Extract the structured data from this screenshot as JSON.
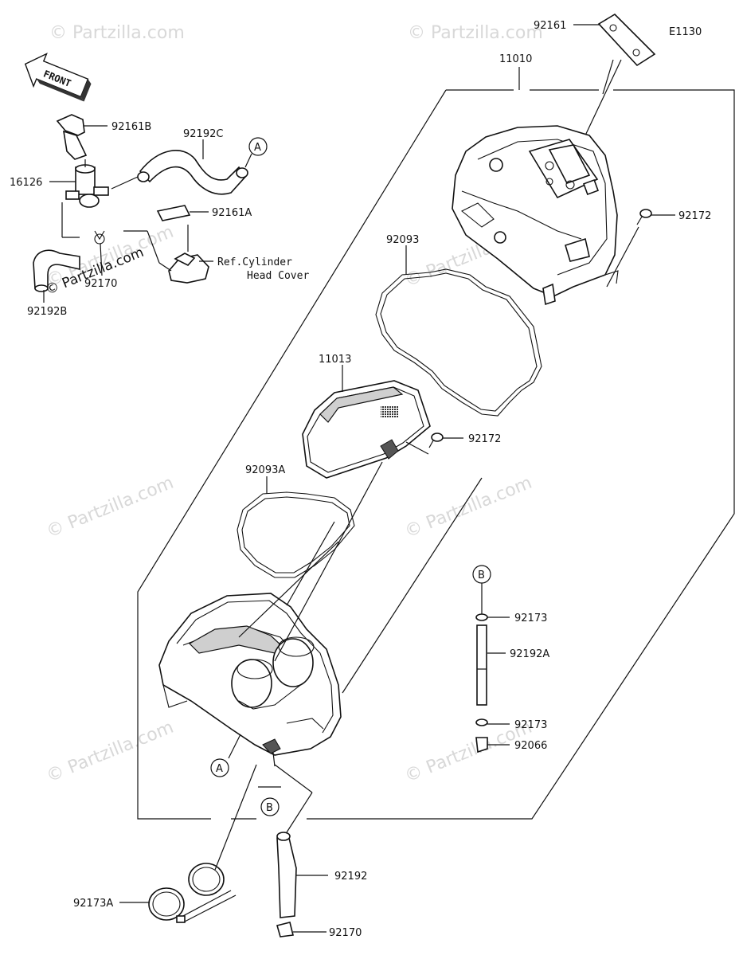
{
  "diagram": {
    "code": "E1130",
    "front_label": "FRONT",
    "watermark": "© Partzilla.com",
    "callouts": {
      "p92161": "92161",
      "p11010": "11010",
      "p92161B": "92161B",
      "p92192C": "92192C",
      "p16126": "16126",
      "p92161A": "92161A",
      "ref_line1": "Ref.Cylinder",
      "ref_line2": "Head Cover",
      "p92170_top": "92170",
      "p92192B": "92192B",
      "p92172_top": "92172",
      "p92093": "92093",
      "p11013": "11013",
      "p92172_mid": "92172",
      "p92093A": "92093A",
      "p92173_a": "92173",
      "p92192A": "92192A",
      "p92173_b": "92173",
      "p92066": "92066",
      "p92192": "92192",
      "p92173A": "92173A",
      "p92170_bottom": "92170"
    },
    "markers": {
      "A1": "A",
      "A2": "A",
      "B1": "B",
      "B2": "B"
    }
  }
}
